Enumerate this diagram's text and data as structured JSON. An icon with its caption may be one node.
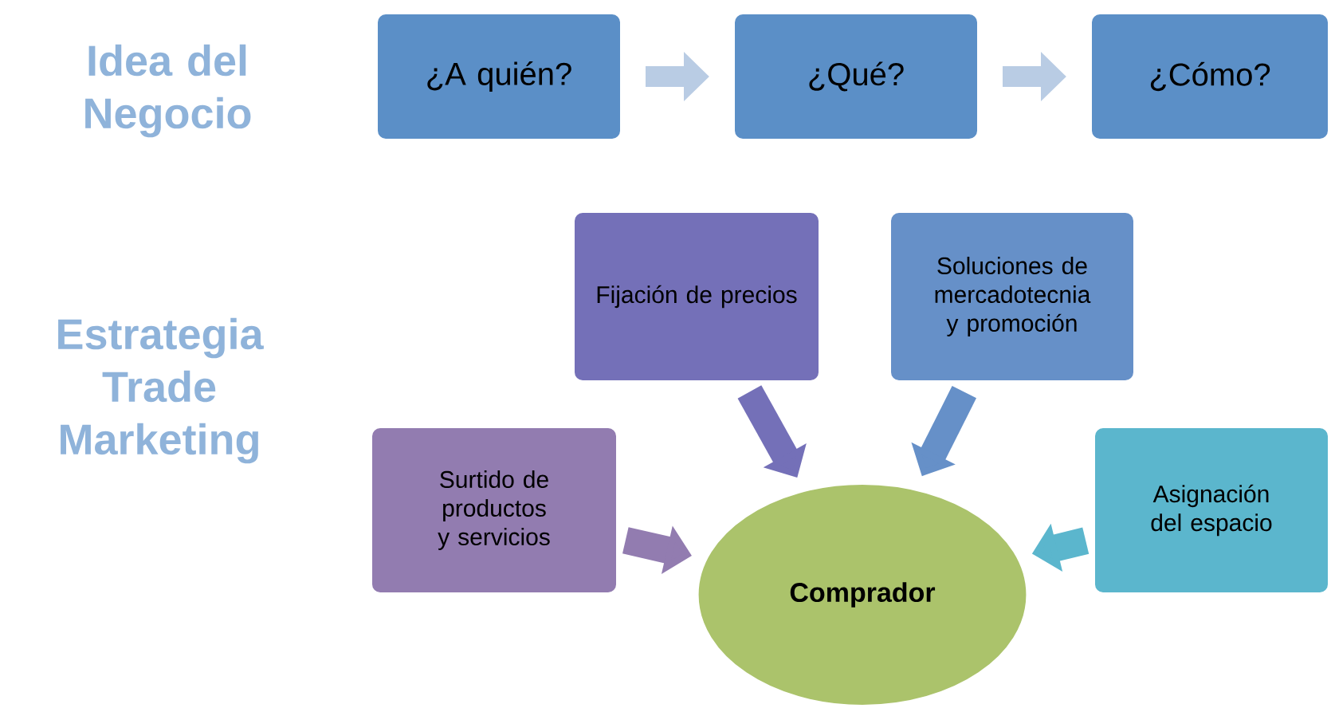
{
  "diagram": {
    "nodes": [
      {
        "text": [
          "¿A quién?"
        ]
      },
      {
        "text": [
          "¿Qué?"
        ]
      },
      {
        "text": [
          "¿Cómo?"
        ]
      },
      {
        "text": [
          "Fijación de precios"
        ]
      },
      {
        "text": [
          "Soluciones de mercadotecnia y promoción"
        ]
      },
      {
        "text": [
          "Surtido de productos y servicios"
        ]
      },
      {
        "text": [
          "Asignación del espacio"
        ]
      },
      {
        "text": [
          "Comprador"
        ]
      }
    ],
    "edges": [
      {
        "from": 0,
        "to": 1,
        "arrow": "to",
        "color": "#b9cce4"
      },
      {
        "from": 1,
        "to": 2,
        "arrow": "to",
        "color": "#b9cce4"
      },
      {
        "from": 3,
        "to": 7,
        "arrow": "to",
        "color": "#7470b8"
      },
      {
        "from": 4,
        "to": 7,
        "arrow": "to",
        "color": "#6690c8"
      },
      {
        "from": 5,
        "to": 7,
        "arrow": "to",
        "color": "#927cb0"
      },
      {
        "from": 6,
        "to": 7,
        "arrow": "to",
        "color": "#5bb6cd"
      }
    ],
    "labels": [
      "Idea del Negocio",
      "Estrategia Trade Marketing"
    ]
  }
}
